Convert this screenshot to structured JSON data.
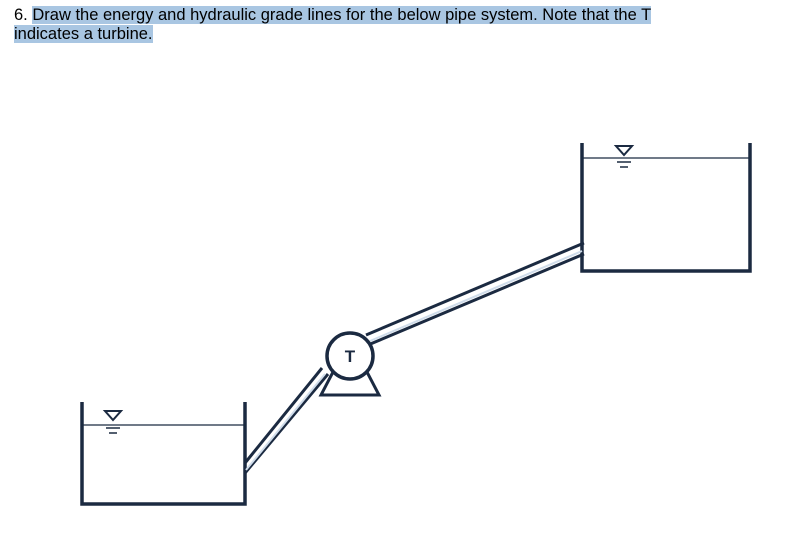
{
  "question": {
    "number": "6.",
    "line1": "Draw the energy and hydraulic grade lines for the below pipe system. Note that the T",
    "line2": "indicates a turbine."
  },
  "diagram": {
    "turbine_label": "T",
    "stroke_color": "#1b2a41",
    "highlight_color": "#a9c6e2"
  }
}
